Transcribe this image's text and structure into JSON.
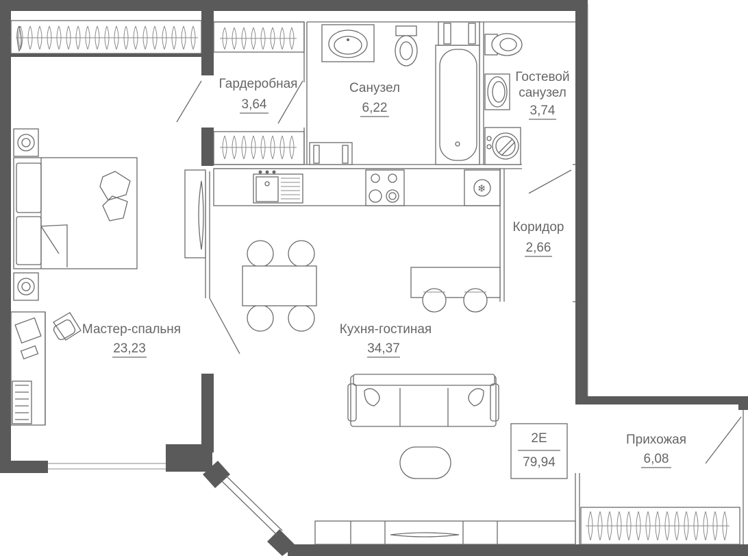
{
  "unit": {
    "type": "2E",
    "total_area": "79,94"
  },
  "rooms": {
    "wardrobe": {
      "name": "Гардеробная",
      "area": "3,64"
    },
    "bathroom": {
      "name": "Санузел",
      "area": "6,22"
    },
    "guest_bath": {
      "name_line1": "Гостевой",
      "name_line2": "санузел",
      "area": "3,74"
    },
    "corridor": {
      "name": "Коридор",
      "area": "2,66"
    },
    "master_bedroom": {
      "name": "Мастер-спальня",
      "area": "23,23"
    },
    "kitchen_living": {
      "name": "Кухня-гостиная",
      "area": "34,37"
    },
    "hallway": {
      "name": "Прихожая",
      "area": "6,08"
    }
  },
  "colors": {
    "wall": "#5a5a5a",
    "line": "#6a6a6a",
    "text": "#666666"
  }
}
